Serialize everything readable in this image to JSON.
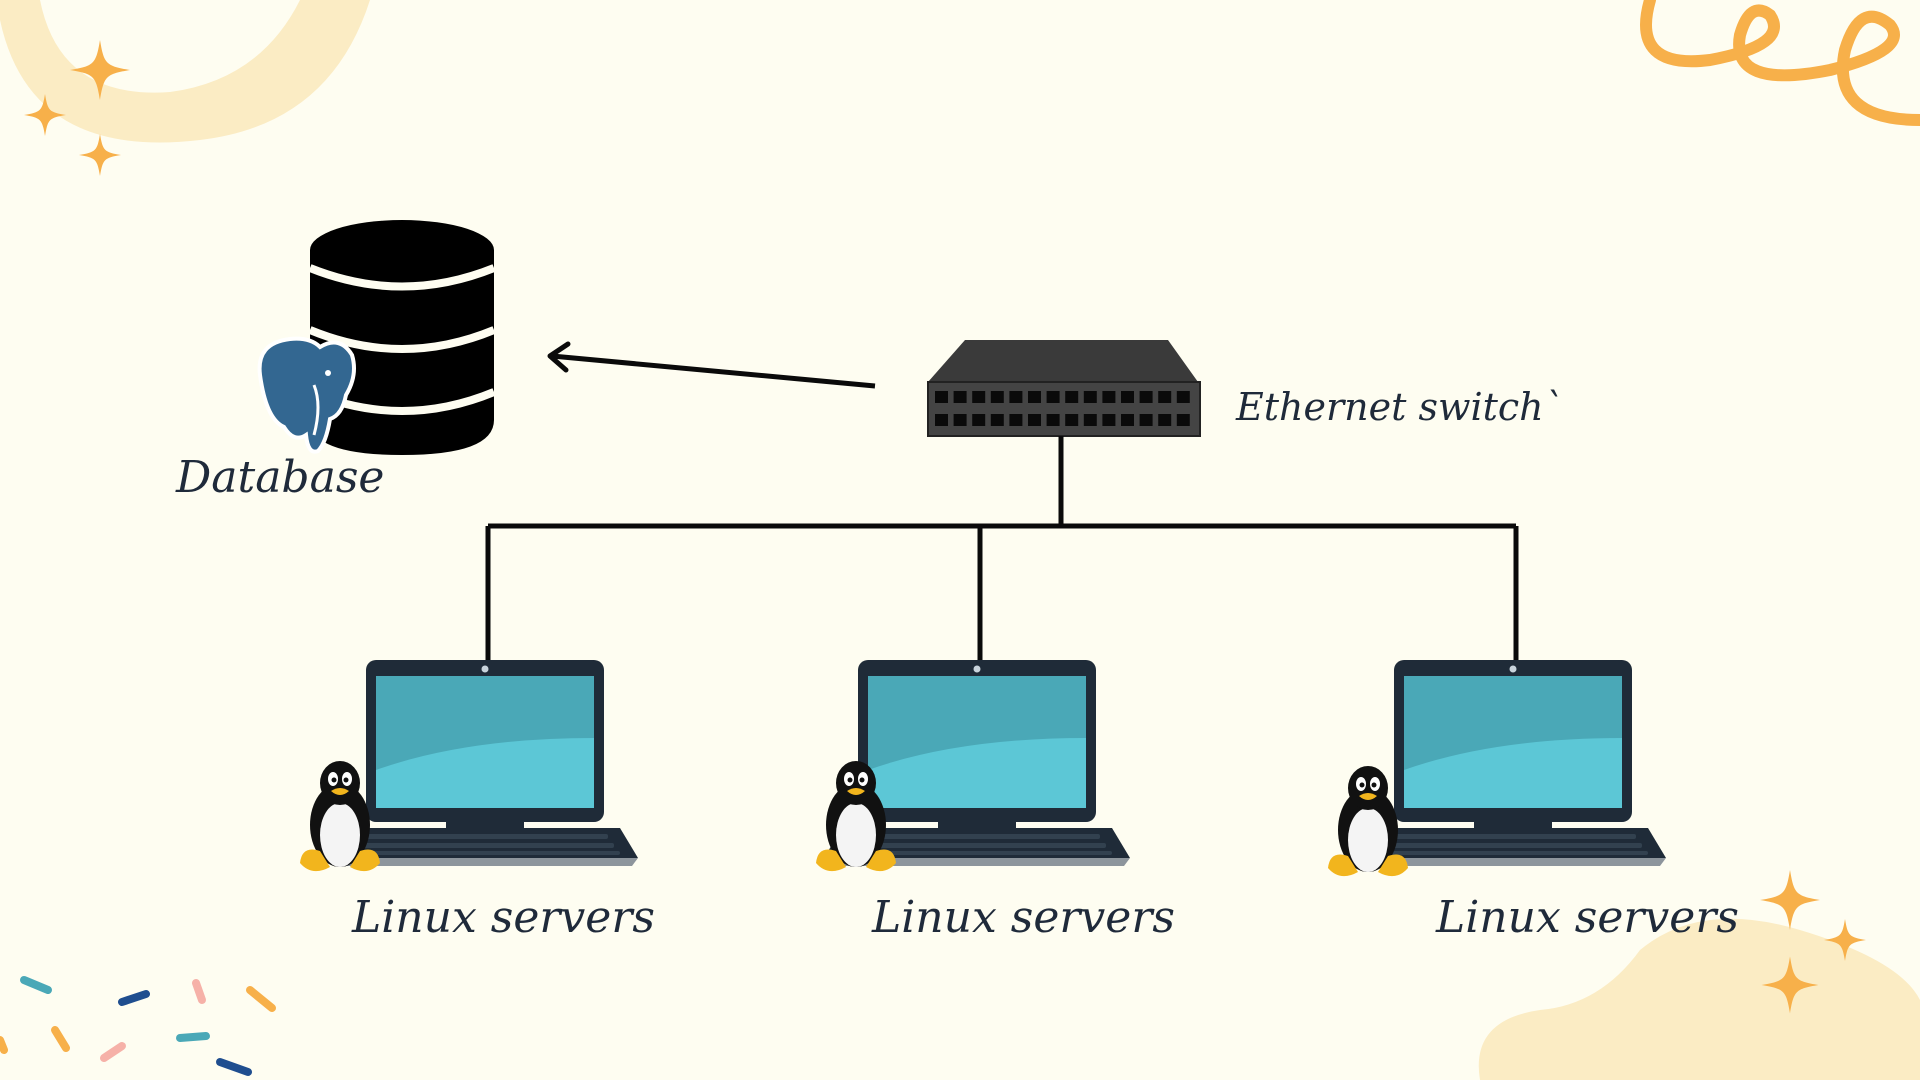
{
  "diagram": {
    "database_label": "Database",
    "switch_label": "Ethernet switch`",
    "servers": [
      {
        "label": "Linux servers"
      },
      {
        "label": "Linux servers"
      },
      {
        "label": "Linux servers"
      }
    ]
  },
  "colors": {
    "background": "#fefdf1",
    "line": "#0a0a0a",
    "switch_body": "#3a3a3a",
    "laptop_frame": "#1f2b38",
    "laptop_screen": "#4aa8b7",
    "laptop_screen_light": "#5cc7d6",
    "postgres_blue": "#336791",
    "accent_orange": "#f7b04a",
    "accent_cream": "#fbecc4"
  },
  "icons": {
    "database": "database-cylinder-icon",
    "postgres": "postgresql-elephant-icon",
    "switch": "ethernet-switch-icon",
    "laptop": "laptop-icon",
    "linux": "tux-penguin-icon"
  }
}
